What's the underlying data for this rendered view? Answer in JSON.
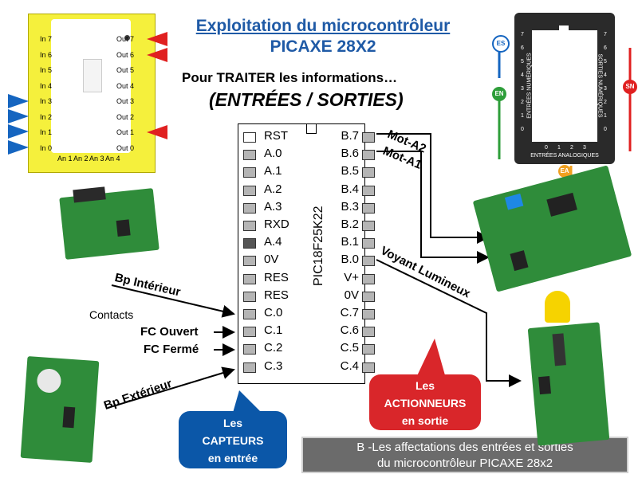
{
  "title": {
    "line1": "Exploitation du microcontrôleur",
    "line2": "PICAXE 28X2"
  },
  "subtitle": {
    "line1": "Pour TRAITER les informations…",
    "line2": "(ENTRÉES / SORTIES)"
  },
  "chip": {
    "name": "PIC18F25K22",
    "left_pins": [
      "RST",
      "A.0",
      "A.1",
      "A.2",
      "A.3",
      "RXD",
      "A.4",
      "0V",
      "RES",
      "RES",
      "C.0",
      "C.1",
      "C.2",
      "C.3"
    ],
    "right_pins": [
      "B.7",
      "B.6",
      "B.5",
      "B.4",
      "B.3",
      "B.2",
      "B.1",
      "B.0",
      "V+",
      "0V",
      "C.7",
      "C.6",
      "C.5",
      "C.4"
    ]
  },
  "labels": {
    "mot_a2": "Mot-A2",
    "mot_a1": "Mot-A1",
    "voyant": "Voyant Lumineux",
    "bp_interieur": "Bp Intérieur",
    "contacts": "Contacts",
    "fc_ouvert": "FC Ouvert",
    "fc_ferme": "FC Fermé",
    "bp_exterieur": "Bp Extérieur"
  },
  "bubbles": {
    "capteurs": {
      "l1": "Les",
      "l2": "CAPTEURS",
      "l3": "en entrée"
    },
    "actionneurs": {
      "l1": "Les",
      "l2": "ACTIONNEURS",
      "l3": "en sortie"
    }
  },
  "footer": {
    "line1": "B -Les affectations des entrées et sorties",
    "line2": "du microcontrôleur PICAXE 28x2"
  },
  "board": {
    "inputs": [
      "In 7",
      "In 6",
      "In 5",
      "In 4",
      "In 3",
      "In 2",
      "In 1",
      "In 0"
    ],
    "outputs": [
      "Out 7",
      "Out 6",
      "Out 5",
      "Out 4",
      "Out 3",
      "Out 2",
      "Out 1",
      "Out 0"
    ],
    "analog": [
      "An 1",
      "An 2",
      "An 3",
      "An 4"
    ]
  },
  "kit": {
    "left": "ENTRÉES NUMÉRIQUES",
    "right": "SORTIES NUMÉRIQUES",
    "bottom": "ENTRÉES ANALOGIQUES",
    "es": "ES",
    "en": "EN",
    "sn": "SN",
    "ea": "EA",
    "nums": [
      "7",
      "6",
      "5",
      "4",
      "3",
      "2",
      "1",
      "0"
    ],
    "anums": [
      "0",
      "1",
      "2",
      "3"
    ]
  },
  "colors": {
    "title": "#1f5aa6",
    "blue": "#1565c0",
    "red": "#e02020",
    "bubble_blue": "#0b57a8",
    "bubble_red": "#d9262a"
  }
}
